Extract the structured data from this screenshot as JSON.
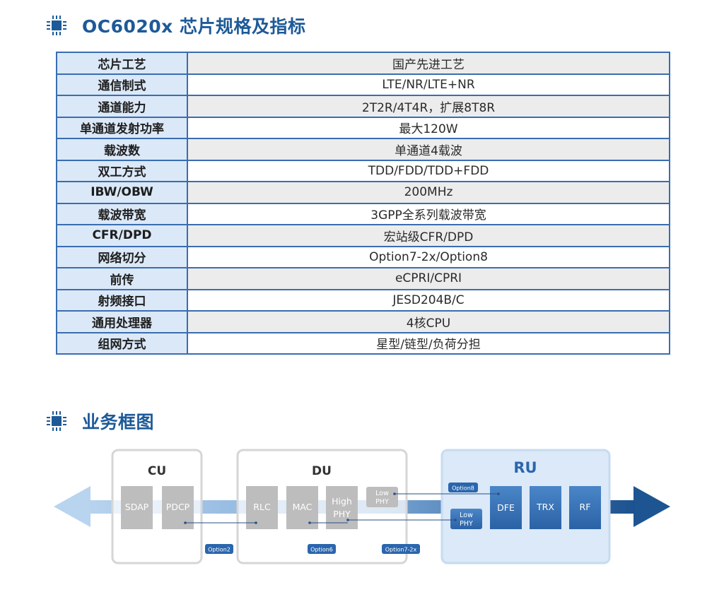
{
  "section1": {
    "title": "OC6020x 芯片规格及指标"
  },
  "specs": [
    {
      "key": "芯片工艺",
      "value": "国产先进工艺"
    },
    {
      "key": "通信制式",
      "value": "LTE/NR/LTE+NR"
    },
    {
      "key": "通道能力",
      "value": "2T2R/4T4R，扩展8T8R"
    },
    {
      "key": "单通道发射功率",
      "value": "最大120W"
    },
    {
      "key": "载波数",
      "value": "单通道4载波"
    },
    {
      "key": "双工方式",
      "value": "TDD/FDD/TDD+FDD"
    },
    {
      "key": "IBW/OBW",
      "value": "200MHz"
    },
    {
      "key": "载波带宽",
      "value": "3GPP全系列载波带宽"
    },
    {
      "key": "CFR/DPD",
      "value": "宏站级CFR/DPD"
    },
    {
      "key": "网络切分",
      "value": "Option7-2x/Option8"
    },
    {
      "key": "前传",
      "value": "eCPRI/CPRI"
    },
    {
      "key": "射频接口",
      "value": "JESD204B/C"
    },
    {
      "key": "通用处理器",
      "value": "4核CPU"
    },
    {
      "key": "组网方式",
      "value": "星型/链型/负荷分担"
    }
  ],
  "section2": {
    "title": "业务框图"
  },
  "diagram": {
    "groups": {
      "cu": "CU",
      "du": "DU",
      "ru": "RU"
    },
    "blocks": {
      "sdap": "SDAP",
      "pdcp": "PDCP",
      "rlc": "RLC",
      "mac": "MAC",
      "high_phy_1": "High",
      "high_phy_2": "PHY",
      "low_phy_du_1": "Low",
      "low_phy_du_2": "PHY",
      "low_phy_ru_1": "Low",
      "low_phy_ru_2": "PHY",
      "dfe": "DFE",
      "trx": "TRX",
      "rf": "RF"
    },
    "options": {
      "opt2": "Option2",
      "opt6": "Option6",
      "opt7": "Option7-2x",
      "opt8": "Option8"
    }
  },
  "colors": {
    "title": "#1d5a98",
    "table_border": "#3a6db0",
    "key_bg": "#dbe8f7",
    "ru_bg": "#dbe9f8"
  }
}
